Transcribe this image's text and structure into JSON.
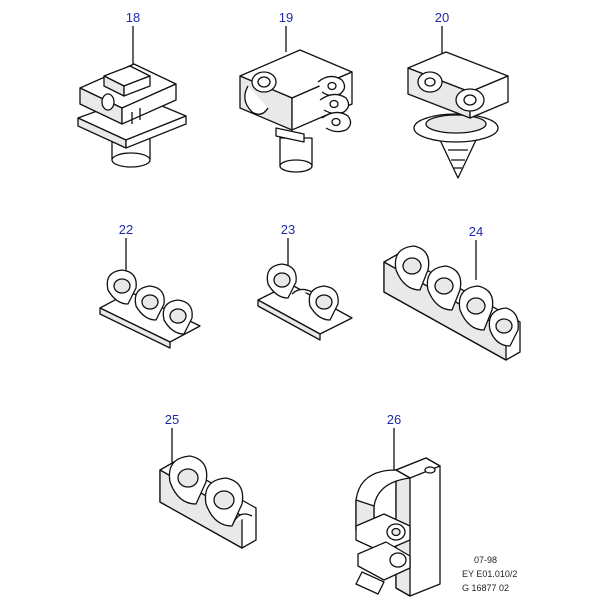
{
  "colors": {
    "callout": "#1f2aa8",
    "ink": "#111111",
    "background": "#ffffff"
  },
  "callouts": [
    {
      "id": "p18",
      "label": "18"
    },
    {
      "id": "p19",
      "label": "19"
    },
    {
      "id": "p20",
      "label": "20"
    },
    {
      "id": "p22",
      "label": "22"
    },
    {
      "id": "p23",
      "label": "23"
    },
    {
      "id": "p24",
      "label": "24"
    },
    {
      "id": "p25",
      "label": "25"
    },
    {
      "id": "p26",
      "label": "26"
    }
  ],
  "meta": {
    "line1": "07-98",
    "line2": "EY E01.010/2",
    "line3": "G 16877 02"
  }
}
